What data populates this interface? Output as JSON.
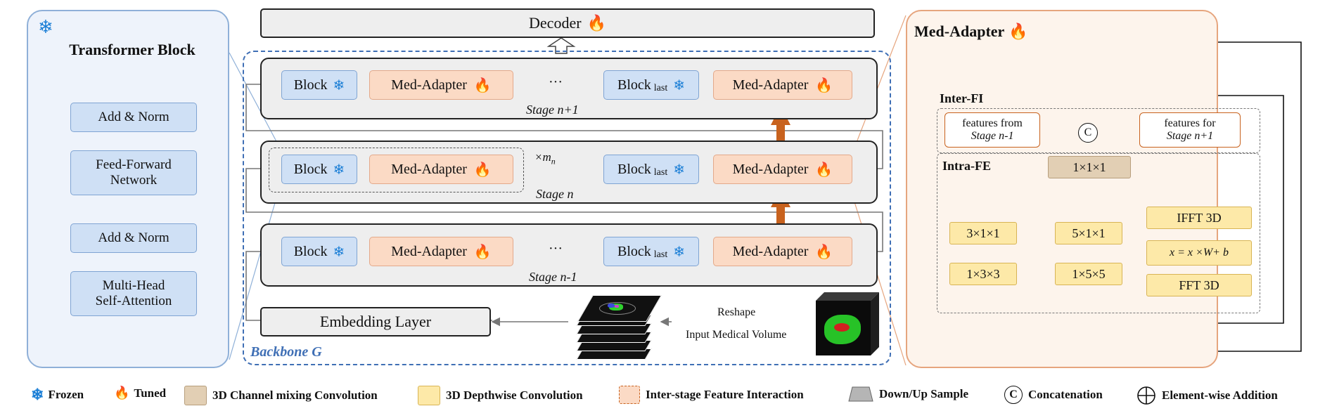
{
  "colors": {
    "frozen_icon": "#1c7fd6",
    "tuned_icon": "#d42a1a",
    "backbone_border": "#3f6fb5",
    "orange_arrow": "#c8621e"
  },
  "icons": {
    "frozen": "snowflake-icon",
    "tuned": "flame-icon"
  },
  "decoder": {
    "label": "Decoder"
  },
  "transformer_block": {
    "title": "Transformer Block",
    "add_norm_top": "Add & Norm",
    "ffn_line1": "Feed-Forward",
    "ffn_line2": "Network",
    "add_norm_bottom": "Add & Norm",
    "mhsa_line1": "Multi-Head",
    "mhsa_line2": "Self-Attention"
  },
  "stages": {
    "block": "Block",
    "block_last": "Block",
    "last_sub": "last",
    "med_adapter": "Med-Adapter",
    "ellipsis": "···",
    "repeat_times": "×m",
    "repeat_sub": "n",
    "stage_top": "Stage n+1",
    "stage_mid": "Stage n",
    "stage_bottom": "Stage n-1"
  },
  "embedding": {
    "label": "Embedding Layer"
  },
  "backbone": {
    "label": "Backbone G"
  },
  "input": {
    "reshape": "Reshape",
    "volume": "Input Medical Volume"
  },
  "med_adapter": {
    "title": "Med-Adapter",
    "inter_fi": "Inter-FI",
    "features_from_l1": "features from",
    "features_from_l2": "Stage n-1",
    "features_for_l1": "features for",
    "features_for_l2": "Stage n+1",
    "concat_symbol": "C",
    "intra_fe": "Intra-FE",
    "conv_111": "1×1×1",
    "conv_311": "3×1×1",
    "conv_133": "1×3×3",
    "conv_511": "5×1×1",
    "conv_155": "1×5×5",
    "ifft": "IFFT 3D",
    "formula": "x = x ×W+ b",
    "fft": "FFT 3D"
  },
  "legend": {
    "frozen": "Frozen",
    "tuned": "Tuned",
    "channel_mixing": "3D Channel mixing Convolution",
    "depthwise": "3D Depthwise Convolution",
    "inter_stage": "Inter-stage Feature Interaction",
    "down_up": "Down/Up Sample",
    "concat": "Concatenation",
    "elementwise": "Element-wise Addition"
  }
}
